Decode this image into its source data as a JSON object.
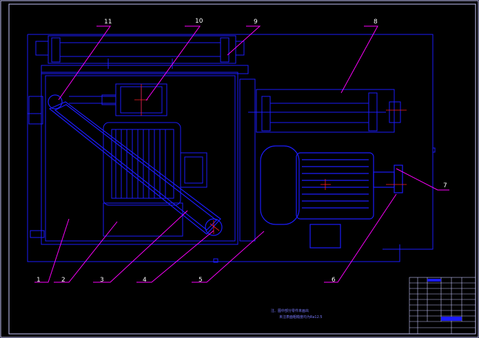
{
  "colors": {
    "background": "#000000",
    "frame": "#c8c8ff",
    "structure": "#1c1cff",
    "leaders": "#ff00ff",
    "text": "#ffffff",
    "center_marks": "#ff2020"
  },
  "callouts": [
    {
      "label": "1"
    },
    {
      "label": "2"
    },
    {
      "label": "3"
    },
    {
      "label": "4"
    },
    {
      "label": "5"
    },
    {
      "label": "6"
    },
    {
      "label": "7"
    },
    {
      "label": "8"
    },
    {
      "label": "9"
    },
    {
      "label": "10"
    },
    {
      "label": "11"
    }
  ],
  "notes": {
    "line1": "注、图中部分零件未画出",
    "line2": "未注表面粗糙度均为Ra12.5"
  },
  "title_block": {
    "visible": true
  }
}
